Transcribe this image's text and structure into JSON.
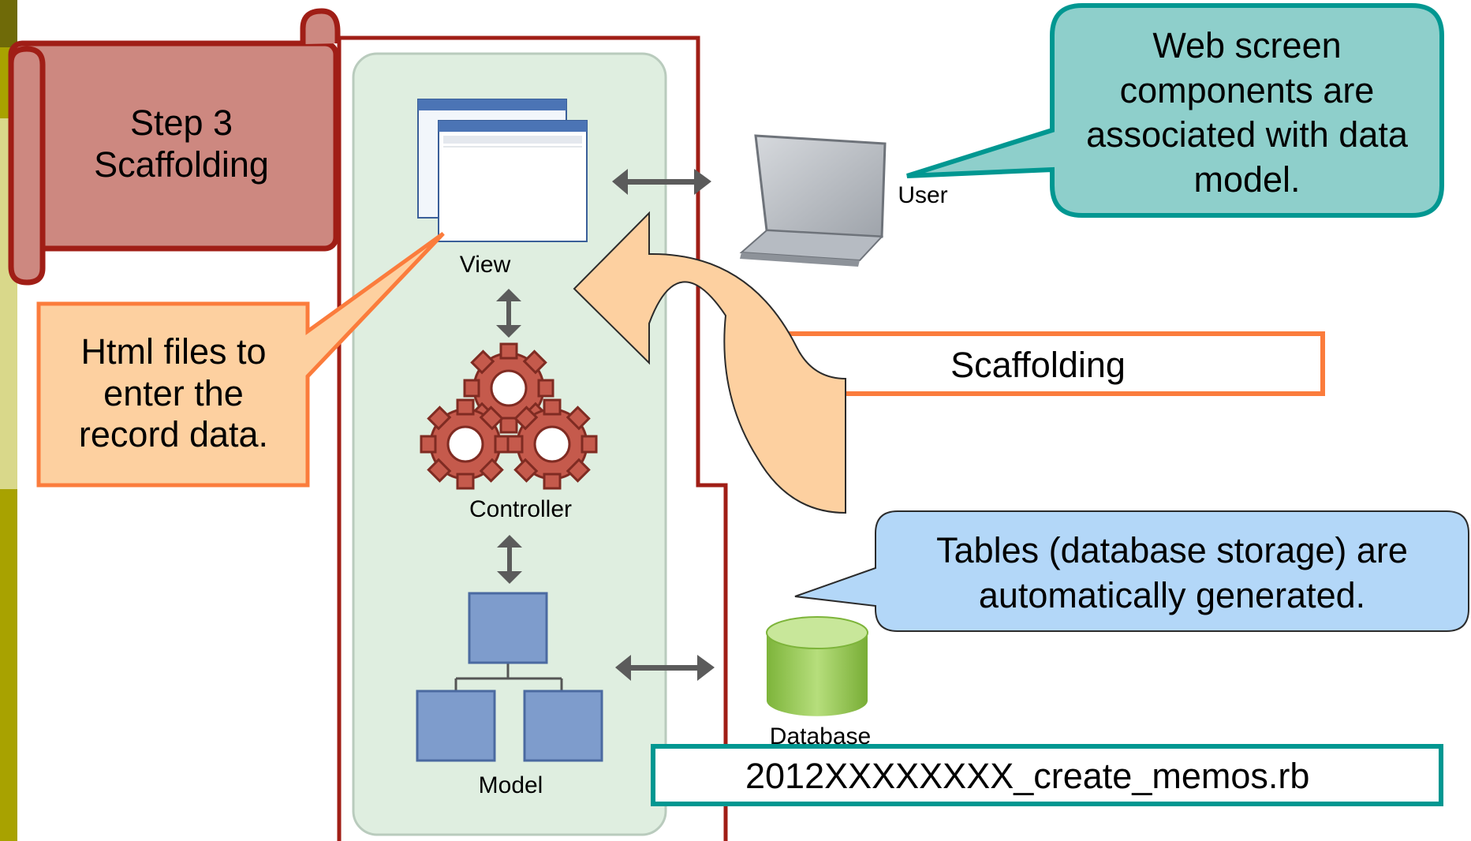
{
  "banner": {
    "line1": "Step 3",
    "line2": "Scaffolding"
  },
  "mvc": {
    "view_label": "View",
    "controller_label": "Controller",
    "model_label": "Model",
    "user_label": "User",
    "database_label": "Database"
  },
  "callouts": {
    "html_files": [
      "Html files to",
      "enter the",
      "record data."
    ],
    "web_screen": [
      "Web screen",
      "components are",
      "associated with data",
      "model."
    ],
    "tables": [
      "Tables (database storage) are",
      "automatically generated."
    ]
  },
  "scaffolding_box": "Scaffolding",
  "migration_file": "2012XXXXXXXX_create_memos.rb",
  "colors": {
    "left_bar_top": "#6f6a08",
    "left_bar_mid": "#d9d88a",
    "left_bar_bottom": "#a8a200",
    "banner_fill": "#cd8880",
    "banner_stroke": "#a01e16",
    "mvc_panel": "#dfeee0",
    "teal_callout": "#8ecfcb",
    "blue_callout": "#b3d7f8",
    "orange_callout": "#fdd0a0",
    "orange_stroke": "#fb7c3c",
    "cylinder_green": "#95c952",
    "model_box_blue": "#7e9ccc"
  }
}
